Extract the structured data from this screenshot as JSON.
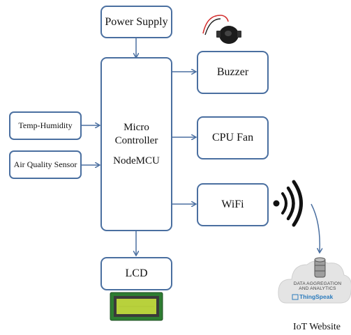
{
  "blocks": {
    "power_supply": "Power Supply",
    "buzzer": "Buzzer",
    "cpu_fan": "CPU Fan",
    "wifi": "WiFi",
    "lcd": "LCD",
    "temp_humidity": "Temp-Humidity",
    "air_quality": "Air Quality Sensor",
    "mcu": {
      "line1": "Micro",
      "line2": "Controller",
      "line3": "NodeMCU"
    }
  },
  "cloud": {
    "line1": "DATA AGGREGATION",
    "line2": "AND ANALYTICS",
    "brand": "ThingSpeak"
  },
  "iot_label": "IoT Website",
  "colors": {
    "box_border": "#4a6fa0",
    "arrow": "#4a6fa0",
    "lcd_screen": "#b8d13c",
    "lcd_board": "#2e7d32",
    "brand": "#2b7bbd"
  }
}
